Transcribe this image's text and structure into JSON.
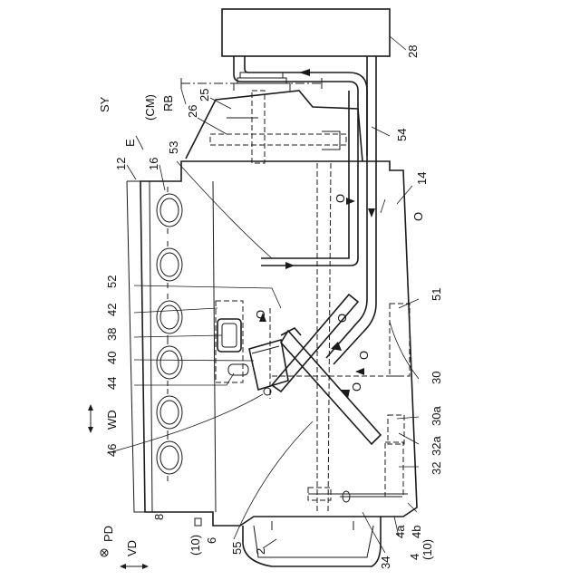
{
  "labels": {
    "sy": "SY",
    "e": "E",
    "cm": "(CM)",
    "rb": "RB",
    "n25": "25",
    "n26": "26",
    "n53": "53",
    "n12": "12",
    "n16": "16",
    "n52": "52",
    "n42": "42",
    "n38": "38",
    "n40": "40",
    "n44": "44",
    "wd": "WD",
    "n46": "46",
    "pd": "PD",
    "vd": "VD",
    "n8": "8",
    "n10a": "(10)",
    "n6": "6",
    "n55": "55",
    "n2": "2",
    "n34": "34",
    "n4": "4",
    "n4a": "4a",
    "n4b": "4b",
    "n10b": "(10)",
    "n32": "32",
    "n32a": "32a",
    "n30a": "30a",
    "n30": "30",
    "n51": "51",
    "n14": "14",
    "n54": "54",
    "n28": "28"
  },
  "flow_markers": [
    "O",
    "O",
    "O",
    "O",
    "O",
    "O"
  ]
}
